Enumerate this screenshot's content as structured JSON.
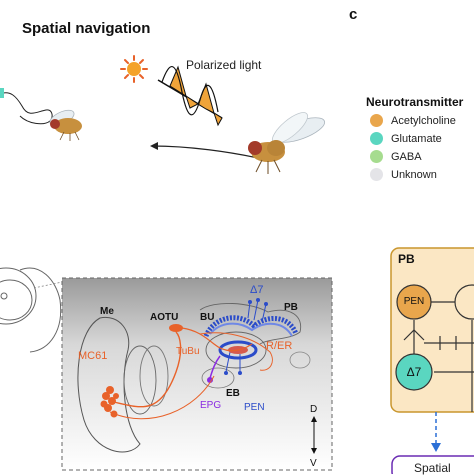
{
  "panel_a": {
    "title": "Spatial navigation",
    "polarized_light_label": "Polarized light"
  },
  "panel_c": {
    "letter": "c",
    "legend": {
      "title": "Neurotransmitter",
      "items": [
        {
          "label": "Acetylcholine",
          "color": "#e9a64c"
        },
        {
          "label": "Glutamate",
          "color": "#5ad6c0"
        },
        {
          "label": "GABA",
          "color": "#a6dc8f"
        },
        {
          "label": "Unknown",
          "color": "#e4e4e8"
        }
      ]
    },
    "pb_label": "PB",
    "pen_node": "PEN",
    "delta7_node": "Δ7",
    "output_box": "Spatial"
  },
  "brain_diagram": {
    "me": "Me",
    "aotu": "AOTU",
    "bu": "BU",
    "pb": "PB",
    "delta7": "Δ7",
    "mc61": "MC61",
    "tubu": "TuBu",
    "rer": "R/ER",
    "eb": "EB",
    "epg": "EPG",
    "pen": "PEN",
    "dorsal": "D",
    "ventral": "V"
  },
  "colors": {
    "orange": "#e8622a",
    "blue": "#2b4cc9",
    "purple": "#8a2be2",
    "pb_box_fill": "#fbe7c4",
    "pb_box_border": "#c9962d"
  }
}
